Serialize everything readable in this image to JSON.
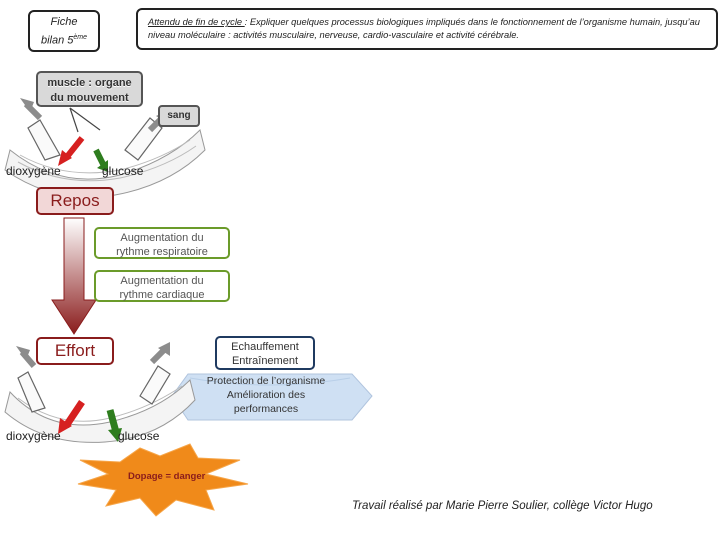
{
  "fiche": {
    "line1": "Fiche",
    "line2": "bilan 5",
    "sup": "ème"
  },
  "goal": {
    "heading": "Attendu de fin de cycle ",
    "text": ": Expliquer quelques processus biologiques impliqués dans le fonctionnement de l’organisme humain, jusqu’au niveau moléculaire : activités musculaire, nerveuse, cardio-vasculaire et activité cérébrale."
  },
  "muscle_label": {
    "line1": "muscle : organe",
    "line2": "du mouvement"
  },
  "sang_label": "sang",
  "top_labels": {
    "oxygen": "dioxygène",
    "glucose": "glucose"
  },
  "repos": "Repos",
  "effects": [
    {
      "line1": "Augmentation du",
      "line2": "rythme respiratoire"
    },
    {
      "line1": "Augmentation du",
      "line2": "rythme cardiaque"
    }
  ],
  "effort": "Effort",
  "training": {
    "line1": "Echauffement",
    "line2": "Entraînement"
  },
  "ribbon": {
    "line1": "Protection de l’organisme",
    "line2": "Amélioration des",
    "line3": "performances"
  },
  "bottom_labels": {
    "oxygen": "dioxygène",
    "glucose": "glucose"
  },
  "dopage": "Dopage = danger",
  "credit": "Travail réalisé par Marie Pierre Soulier, collège Victor Hugo",
  "colors": {
    "red": "#d62020",
    "green": "#2e7d1e",
    "maroon": "#8a1c1c",
    "ribbon": "#cfe0f3",
    "star": "#f08a1a"
  }
}
